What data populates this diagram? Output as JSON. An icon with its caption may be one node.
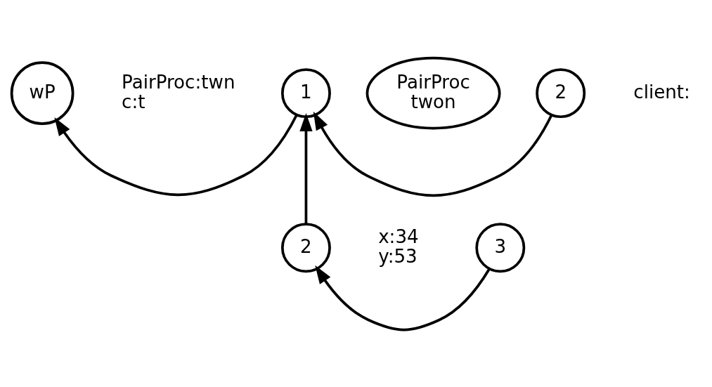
{
  "diagram": {
    "nodes": [
      {
        "text": [
          "wP"
        ],
        "beside": [
          "PairProc:twn",
          "c:t"
        ]
      },
      {
        "text": [
          "1"
        ]
      },
      {
        "text": [
          "PairProc",
          "twon"
        ]
      },
      {
        "text": [
          "2"
        ],
        "beside": [
          "client:"
        ]
      },
      {
        "text": [
          "2"
        ],
        "beside": [
          "x:34",
          "y:53"
        ]
      },
      {
        "text": [
          "3"
        ]
      }
    ],
    "edges": [
      {
        "from": 3,
        "to": 1,
        "arrow": "to"
      },
      {
        "from": 1,
        "to": 0,
        "arrow": "to"
      },
      {
        "from": 4,
        "to": 1,
        "arrow": "to"
      },
      {
        "from": 5,
        "to": 4,
        "arrow": "to"
      }
    ]
  }
}
